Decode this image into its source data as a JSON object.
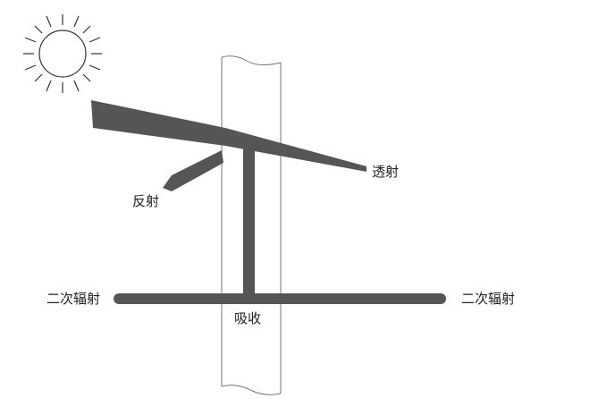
{
  "colors": {
    "beam": "#555555",
    "sun": "#333333",
    "glass_edge": "#777777",
    "text": "#222222",
    "background": "#ffffff"
  },
  "icons": {
    "sun": "sun-icon"
  },
  "labels": {
    "transmission": "透射",
    "reflection": "反射",
    "secondary_left": "二次辐射",
    "secondary_right": "二次辐射",
    "absorption": "吸收"
  }
}
